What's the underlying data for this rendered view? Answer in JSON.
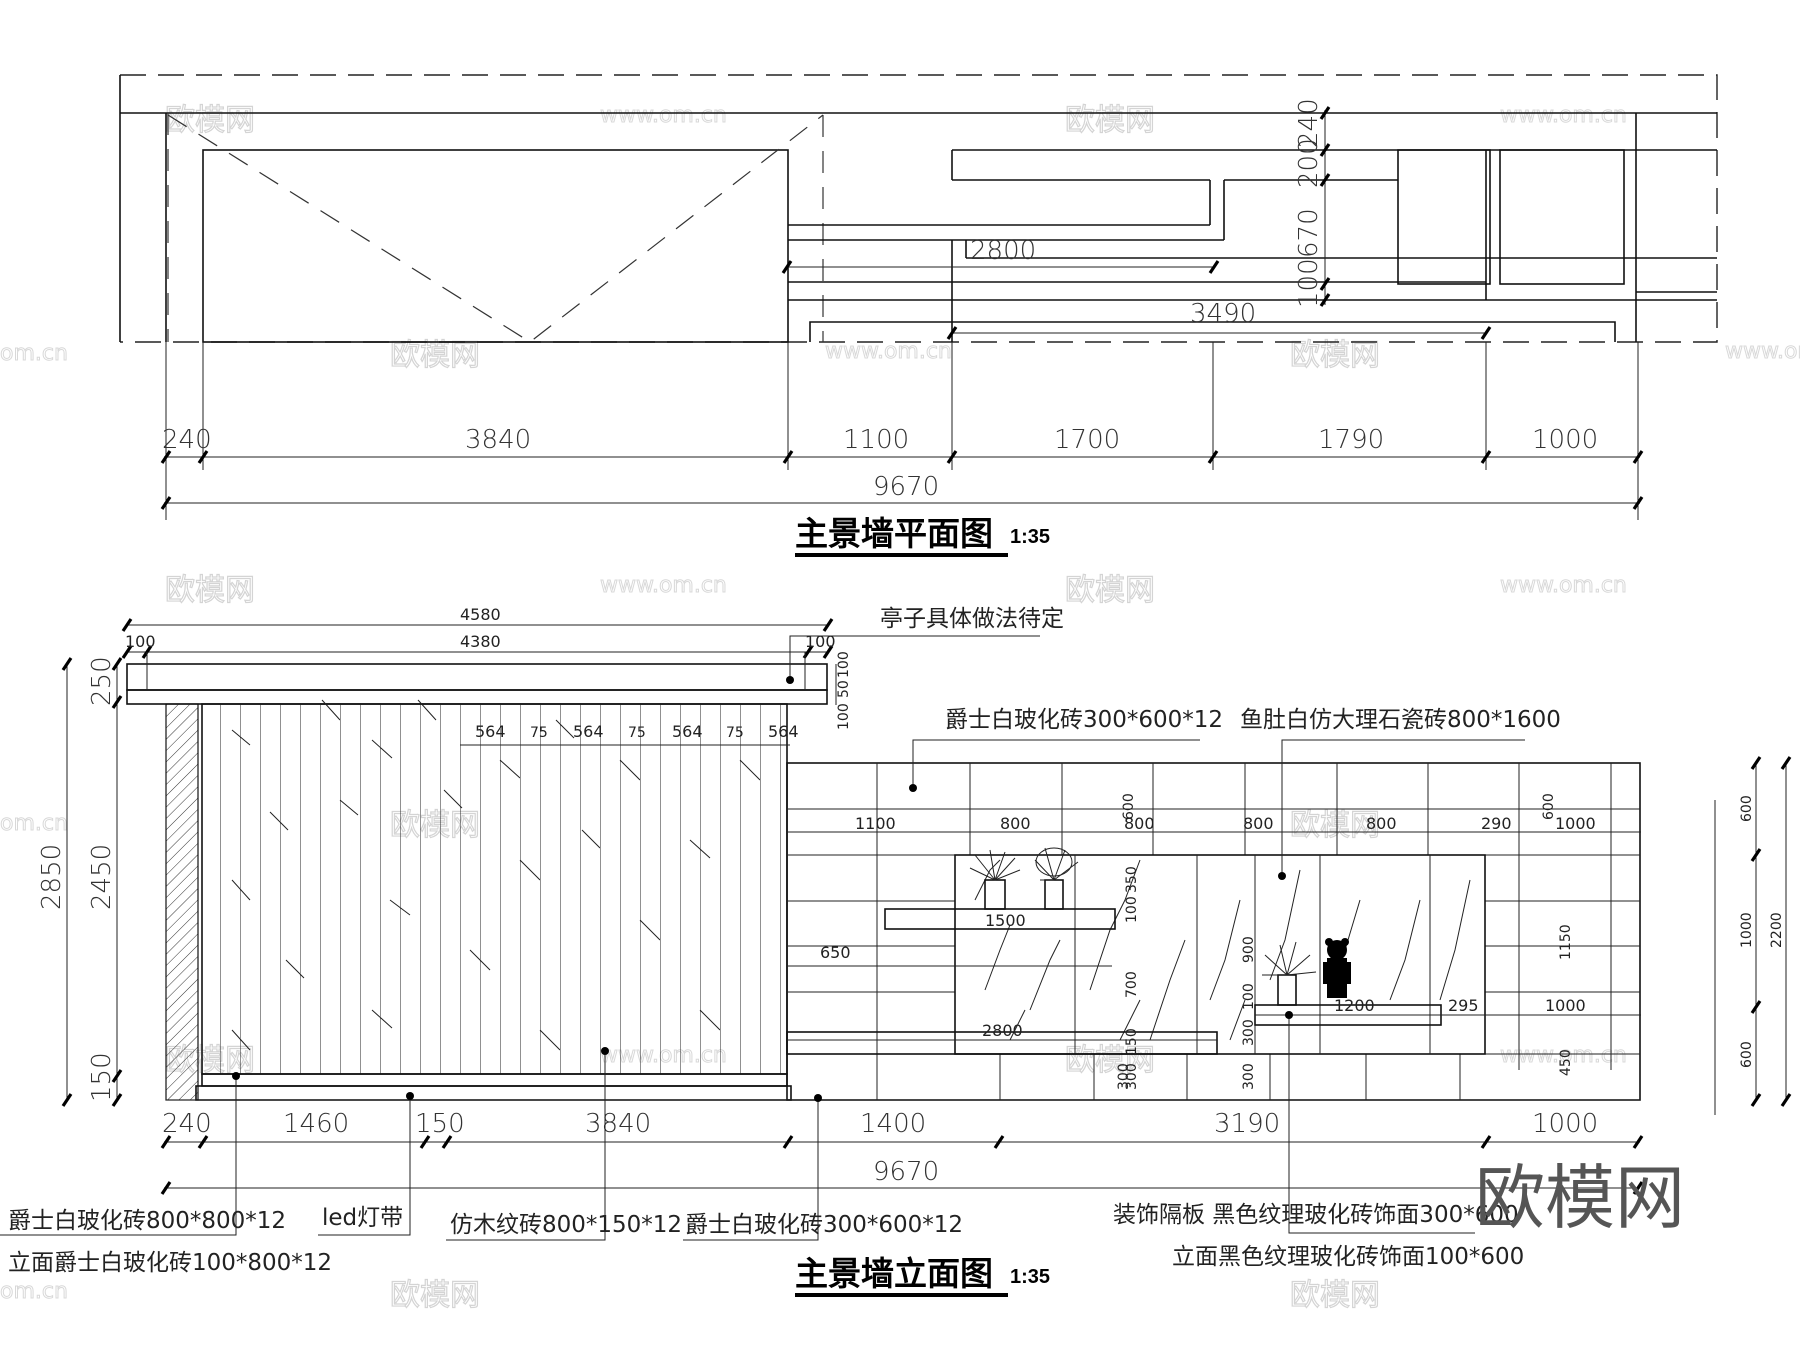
{
  "plan": {
    "title": "主景墙平面图",
    "scale": "1:35",
    "dims_bottom": [
      "240",
      "3840",
      "1100",
      "1700",
      "1790",
      "1000"
    ],
    "dim_total": "9670",
    "dims_right": [
      "240",
      "200",
      "670",
      "100"
    ],
    "dim_inner_a": "2800",
    "dim_inner_b": "3490"
  },
  "elevation": {
    "title": "主景墙立面图",
    "scale": "1:35",
    "canopy": {
      "width_total": "4580",
      "width_inner": "4380",
      "edge_left": "100",
      "edge_right": "100",
      "right_stack": [
        "100",
        "50",
        "100"
      ],
      "note": "亭子具体做法待定"
    },
    "slats": [
      "564",
      "75",
      "564",
      "75",
      "564",
      "75",
      "564"
    ],
    "height_left": [
      "2850",
      "2450",
      "250",
      "150"
    ],
    "tile_top_row": [
      "1100",
      "800",
      "800",
      "800",
      "800",
      "290",
      "1000"
    ],
    "tile_vert_600": [
      "600",
      "600"
    ],
    "shelf": {
      "upper_len": "1500",
      "upper_offset": "650",
      "upper_vert": [
        "350",
        "100",
        "700"
      ],
      "lower_long": "2800",
      "lower_vert": [
        "150",
        "300"
      ],
      "right_len": "1200",
      "right_gap": "295",
      "right_vert": [
        "900",
        "100",
        "300",
        "300"
      ],
      "side_1000_a": "1000",
      "side_1000_b": "1000",
      "side_1150": "1150",
      "side_450": "450"
    },
    "right_dims": [
      "600",
      "1000",
      "600",
      "2200"
    ],
    "dims_bottom": [
      "240",
      "1460",
      "150",
      "3840",
      "1400",
      "3190",
      "1000"
    ],
    "dim_total": "9670",
    "notes": {
      "tile_300x600": "爵士白玻化砖300*600*12",
      "marble": "鱼肚白仿大理石瓷砖800*1600",
      "floor_tile": "爵士白玻化砖800*800*12",
      "riser_tile": "立面爵士白玻化砖100*800*12",
      "led": "led灯带",
      "wood_tile": "仿木纹砖800*150*12",
      "tile_300x600_b": "爵士白玻化砖300*600*12",
      "shelf_note": "装饰隔板  黑色纹理玻化砖饰面300*600",
      "shelf_riser": "立面黑色纹理玻化砖饰面100*600"
    }
  },
  "watermark": {
    "brand": "欧模网",
    "url": "www.om.cn",
    "url_short": "om.cn"
  },
  "colors": {
    "line": "#111111",
    "watermark": "#d4d4d4",
    "brand": "#555555"
  }
}
